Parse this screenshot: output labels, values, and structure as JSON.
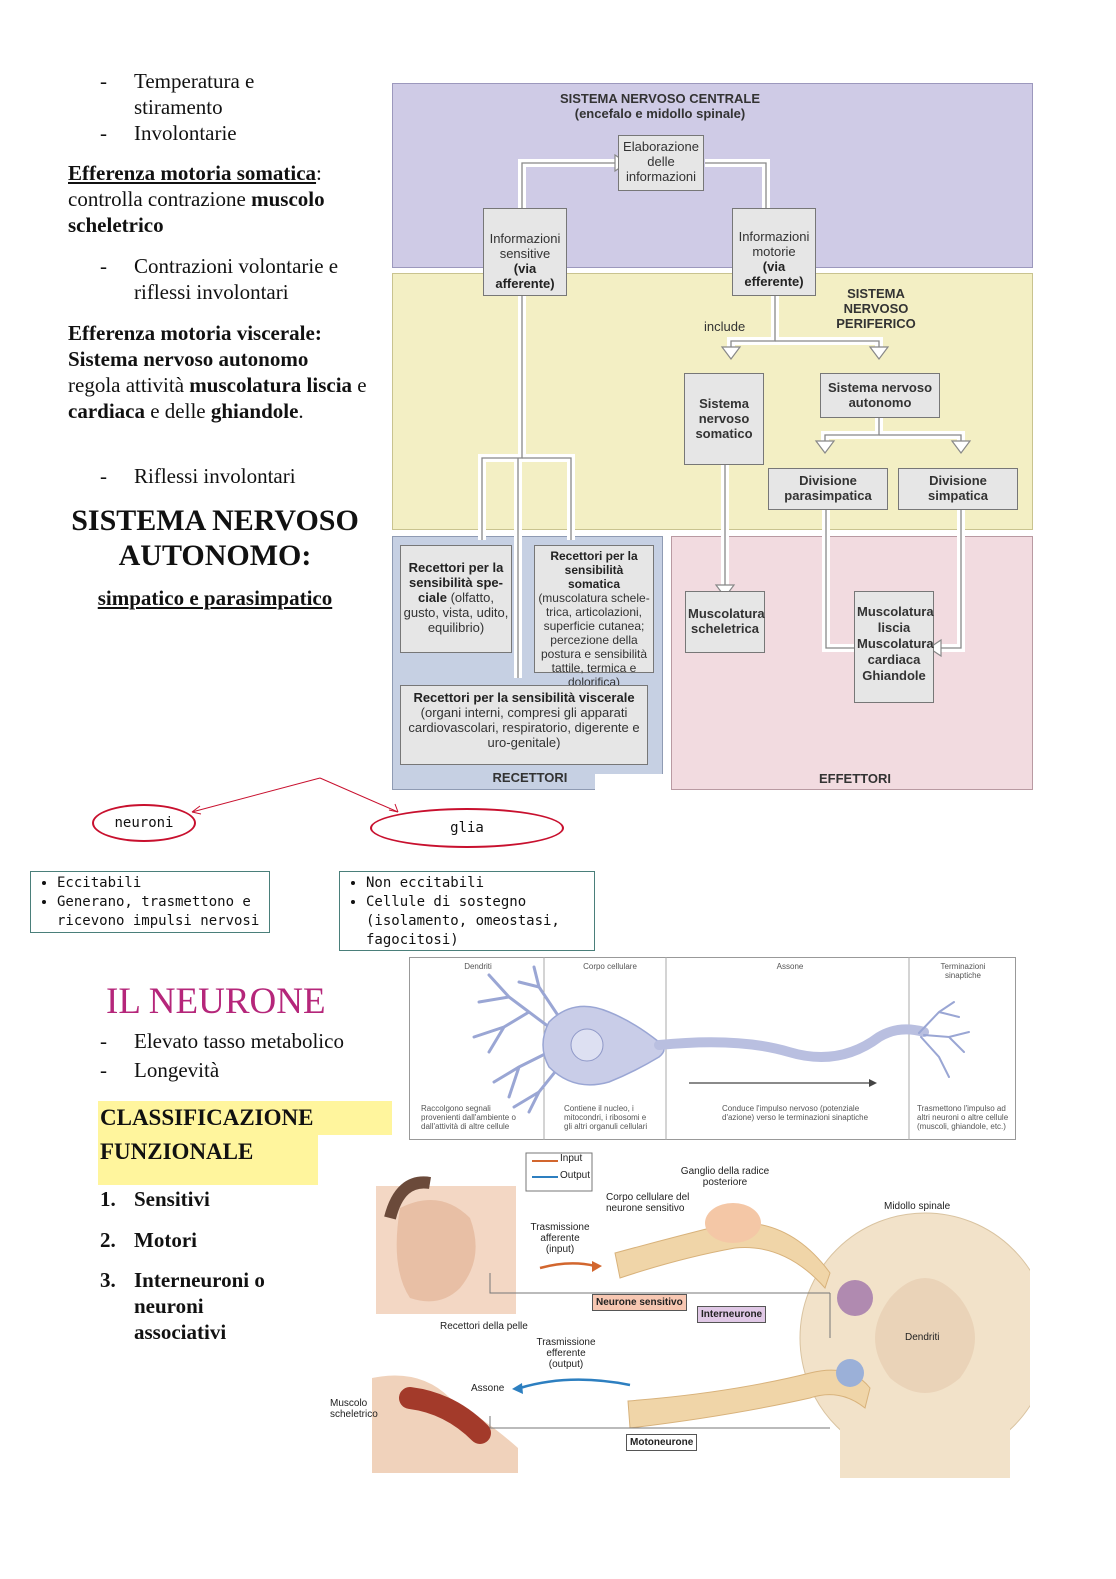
{
  "left_column": {
    "bullets_top": [
      "Temperatura e stiramento",
      "Involontarie"
    ],
    "efferenza_somatica": {
      "heading": "Efferenza motoria somatica",
      "text1": "controlla contrazione ",
      "bold1": "muscolo scheletrico",
      "bullet": "Contrazioni volontarie e riflessi involontari"
    },
    "efferenza_viscerale": {
      "heading1": "Efferenza motoria viscerale:",
      "heading2": "Sistema nervoso autonomo",
      "text1": "regola attività ",
      "bold1": "muscolatura liscia",
      "text2": " e ",
      "bold2": "cardiaca",
      "text3": " e delle ",
      "bold3": "ghiandole",
      "text4": ".",
      "bullet": "Riflessi involontari"
    },
    "sna_title": "SISTEMA NERVOSO AUTONOMO:",
    "sna_subtitle": "simpatico e parasimpatico"
  },
  "diagram": {
    "snc_title": "SISTEMA NERVOSO CENTRALE",
    "snc_subtitle": "(encefalo e midollo spinale)",
    "elaborazione": "Elaborazione delle informazioni",
    "info_sensitive": "Informazioni sensitive",
    "via_afferente": "(via afferente)",
    "info_motorie": "Informazioni motorie",
    "via_efferente": "(via efferente)",
    "snp_title": "SISTEMA NERVOSO PERIFERICO",
    "include": "include",
    "somatico": "Sistema nervoso somatico",
    "autonomo": "Sistema nervoso autonomo",
    "parasimpatica": "Divisione parasimpatica",
    "simpatica": "Divisione simpatica",
    "recettori_speciale_bold": "Recettori per la sensibilità spe-ciale",
    "recettori_speciale_rest": "(olfatto, gusto, vista, udito, equilibrio)",
    "recettori_somatica_bold": "Recettori per la sensibilità somatica",
    "recettori_somatica_rest": "(muscolatura schele-trica, articolazioni, superficie cutanea; percezione della postura e sensibilità tattile, termica e dolorifica)",
    "recettori_viscerale_bold": "Recettori per la sensibilità viscerale",
    "recettori_viscerale_rest": "(organi interni, compresi gli apparati cardiovascolari, respiratorio, digerente e uro-genitale)",
    "recettori_label": "RECETTORI",
    "muscolatura_scheletrica": "Muscolatura scheletrica",
    "muscolatura_liscia": "Muscolatura liscia",
    "muscolatura_cardiaca": "Muscolatura cardiaca",
    "ghiandole": "Ghiandole",
    "effettori_label": "EFFETTORI"
  },
  "concept_map": {
    "neuroni": "neuroni",
    "glia": "glia",
    "neuroni_items": [
      "Eccitabili",
      "Generano, trasmettono e ricevono impulsi nervosi"
    ],
    "glia_items": [
      "Non eccitabili",
      "Cellule di sostegno (isolamento, omeostasi, fagocitosi)"
    ]
  },
  "neurone": {
    "title": "IL NEURONE",
    "bullets": [
      "Elevato tasso metabolico",
      "Longevità"
    ],
    "classificazione": [
      "CLASSIFICAZIONE",
      "FUNZIONALE"
    ],
    "classes": [
      {
        "num": "1.",
        "label": "Sensitivi"
      },
      {
        "num": "2.",
        "label": "Motori"
      },
      {
        "num": "3.",
        "label": "Interneuroni o neuroni associativi"
      }
    ]
  },
  "neuron_figure": {
    "headers": [
      "Dendriti",
      "Corpo cellulare",
      "Assone",
      "Terminazioni sinaptiche"
    ],
    "captions": [
      "Raccolgono segnali provenienti dall'ambiente o dall'attività di altre cellule",
      "Contiene il nucleo, i mitocondri, i ribosomi e gli altri organuli cellulari",
      "Conduce l'impulso nervoso (potenziale d'azione) verso le terminazioni sinaptiche",
      "Trasmettono l'impulso ad altri neuroni o altre cellule (muscoli, ghiandole, etc.)"
    ]
  },
  "reflex_figure": {
    "legend_input": "Input",
    "legend_output": "Output",
    "ganglio": "Ganglio della radice posteriore",
    "corpo_cellulare": "Corpo cellulare del neurone sensitivo",
    "midollo": "Midollo spinale",
    "trasm_afferente": "Trasmissione afferente (input)",
    "neurone_sensitivo": "Neurone sensitivo",
    "interneurone": "Interneurone",
    "recettori_pelle": "Recettori della pelle",
    "dendriti": "Dendriti",
    "trasm_efferente": "Trasmissione efferente (output)",
    "assone": "Assone",
    "muscolo": "Muscolo scheletrico",
    "motoneurone": "Motoneurone"
  },
  "colors": {
    "snc_bg": "#cfcbe6",
    "snp_bg": "#f3efc4",
    "recettori_bg": "#c6d0e3",
    "effettori_bg": "#f2dbe0",
    "neurone_title": "#b5267a",
    "highlight": "#fff59d",
    "oval_border": "#c8102e"
  }
}
